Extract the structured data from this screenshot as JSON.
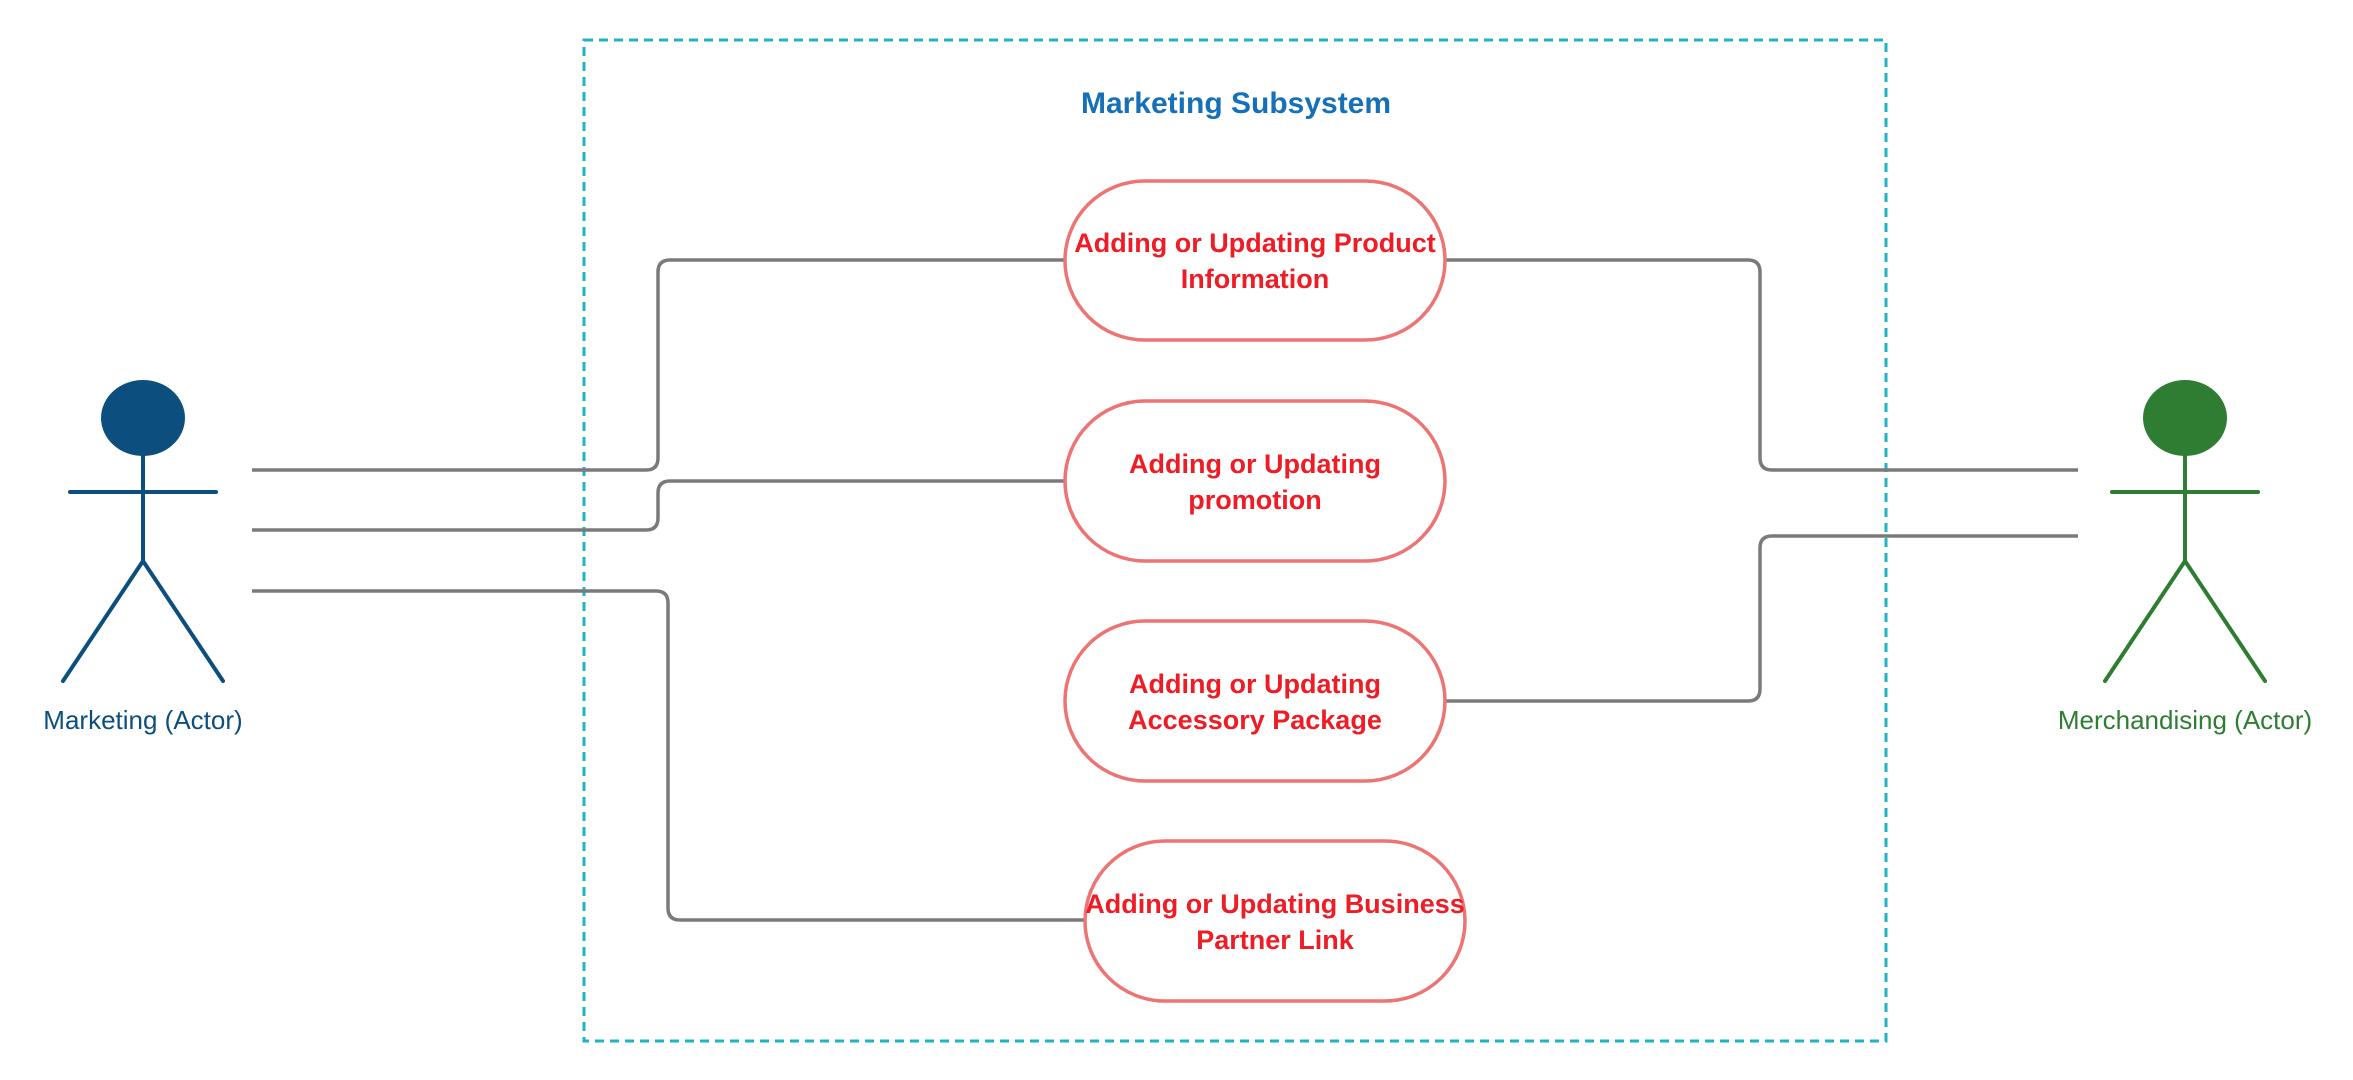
{
  "colors": {
    "background": "#ffffff",
    "system_border": "#1fb3c4",
    "system_title": "#1670b8",
    "usecase_border": "#ee7373",
    "usecase_text": "#ee1c25",
    "connector": "#7a7a7a",
    "marketing_actor": "#0c4f7e",
    "merchandising_actor": "#2e7d32"
  },
  "system": {
    "title": "Marketing Subsystem"
  },
  "actors": {
    "marketing": {
      "label": "Marketing (Actor)"
    },
    "merchandising": {
      "label": "Merchandising (Actor)"
    }
  },
  "use_cases": [
    {
      "id": "product-information",
      "lines": [
        "Adding or Updating Product",
        "Information"
      ]
    },
    {
      "id": "promotion",
      "lines": [
        "Adding or Updating",
        "promotion"
      ]
    },
    {
      "id": "accessory-package",
      "lines": [
        "Adding or Updating",
        "Accessory Package"
      ]
    },
    {
      "id": "business-partner-link",
      "lines": [
        "Adding or Updating Business",
        "Partner Link"
      ]
    }
  ],
  "associations": [
    {
      "actor": "marketing",
      "use_case": "product-information"
    },
    {
      "actor": "marketing",
      "use_case": "promotion"
    },
    {
      "actor": "marketing",
      "use_case": "business-partner-link"
    },
    {
      "actor": "merchandising",
      "use_case": "product-information"
    },
    {
      "actor": "merchandising",
      "use_case": "accessory-package"
    }
  ]
}
